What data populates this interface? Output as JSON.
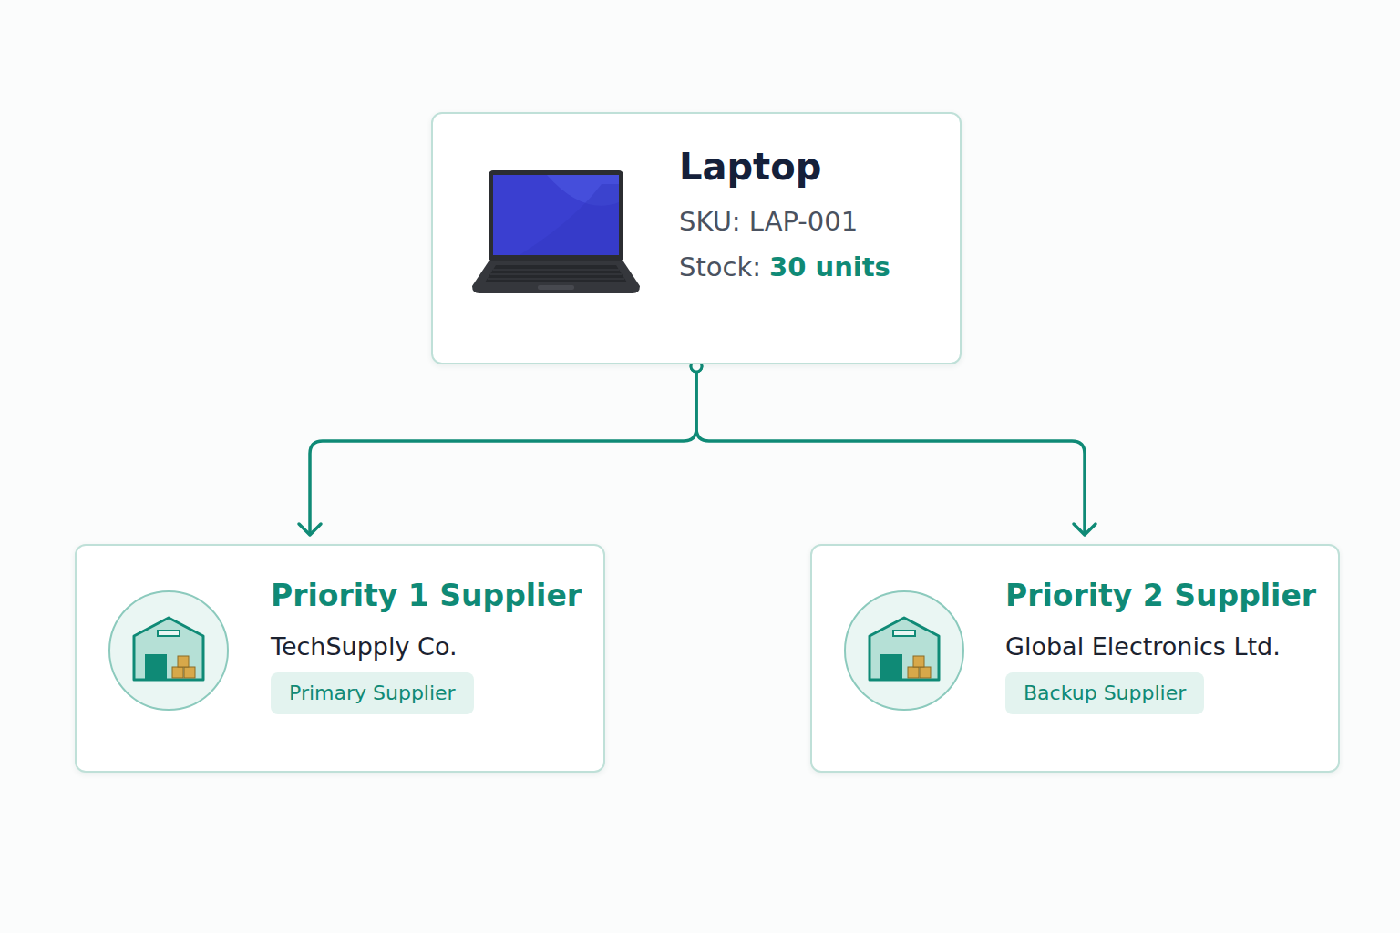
{
  "diagram": {
    "nodes": [
      {
        "text": [
          "Laptop",
          "SKU: LAP-001",
          "Stock:",
          "30 units"
        ]
      },
      {
        "text": [
          "Priority 1 Supplier",
          "TechSupply Co.",
          "Primary Supplier"
        ]
      },
      {
        "text": [
          "Priority 2 Supplier",
          "Global Electronics Ltd.",
          "Backup Supplier"
        ]
      }
    ],
    "edges": [
      {
        "from": 0,
        "to": 1,
        "arrow": "to"
      },
      {
        "from": 0,
        "to": 2,
        "arrow": "to"
      }
    ]
  }
}
